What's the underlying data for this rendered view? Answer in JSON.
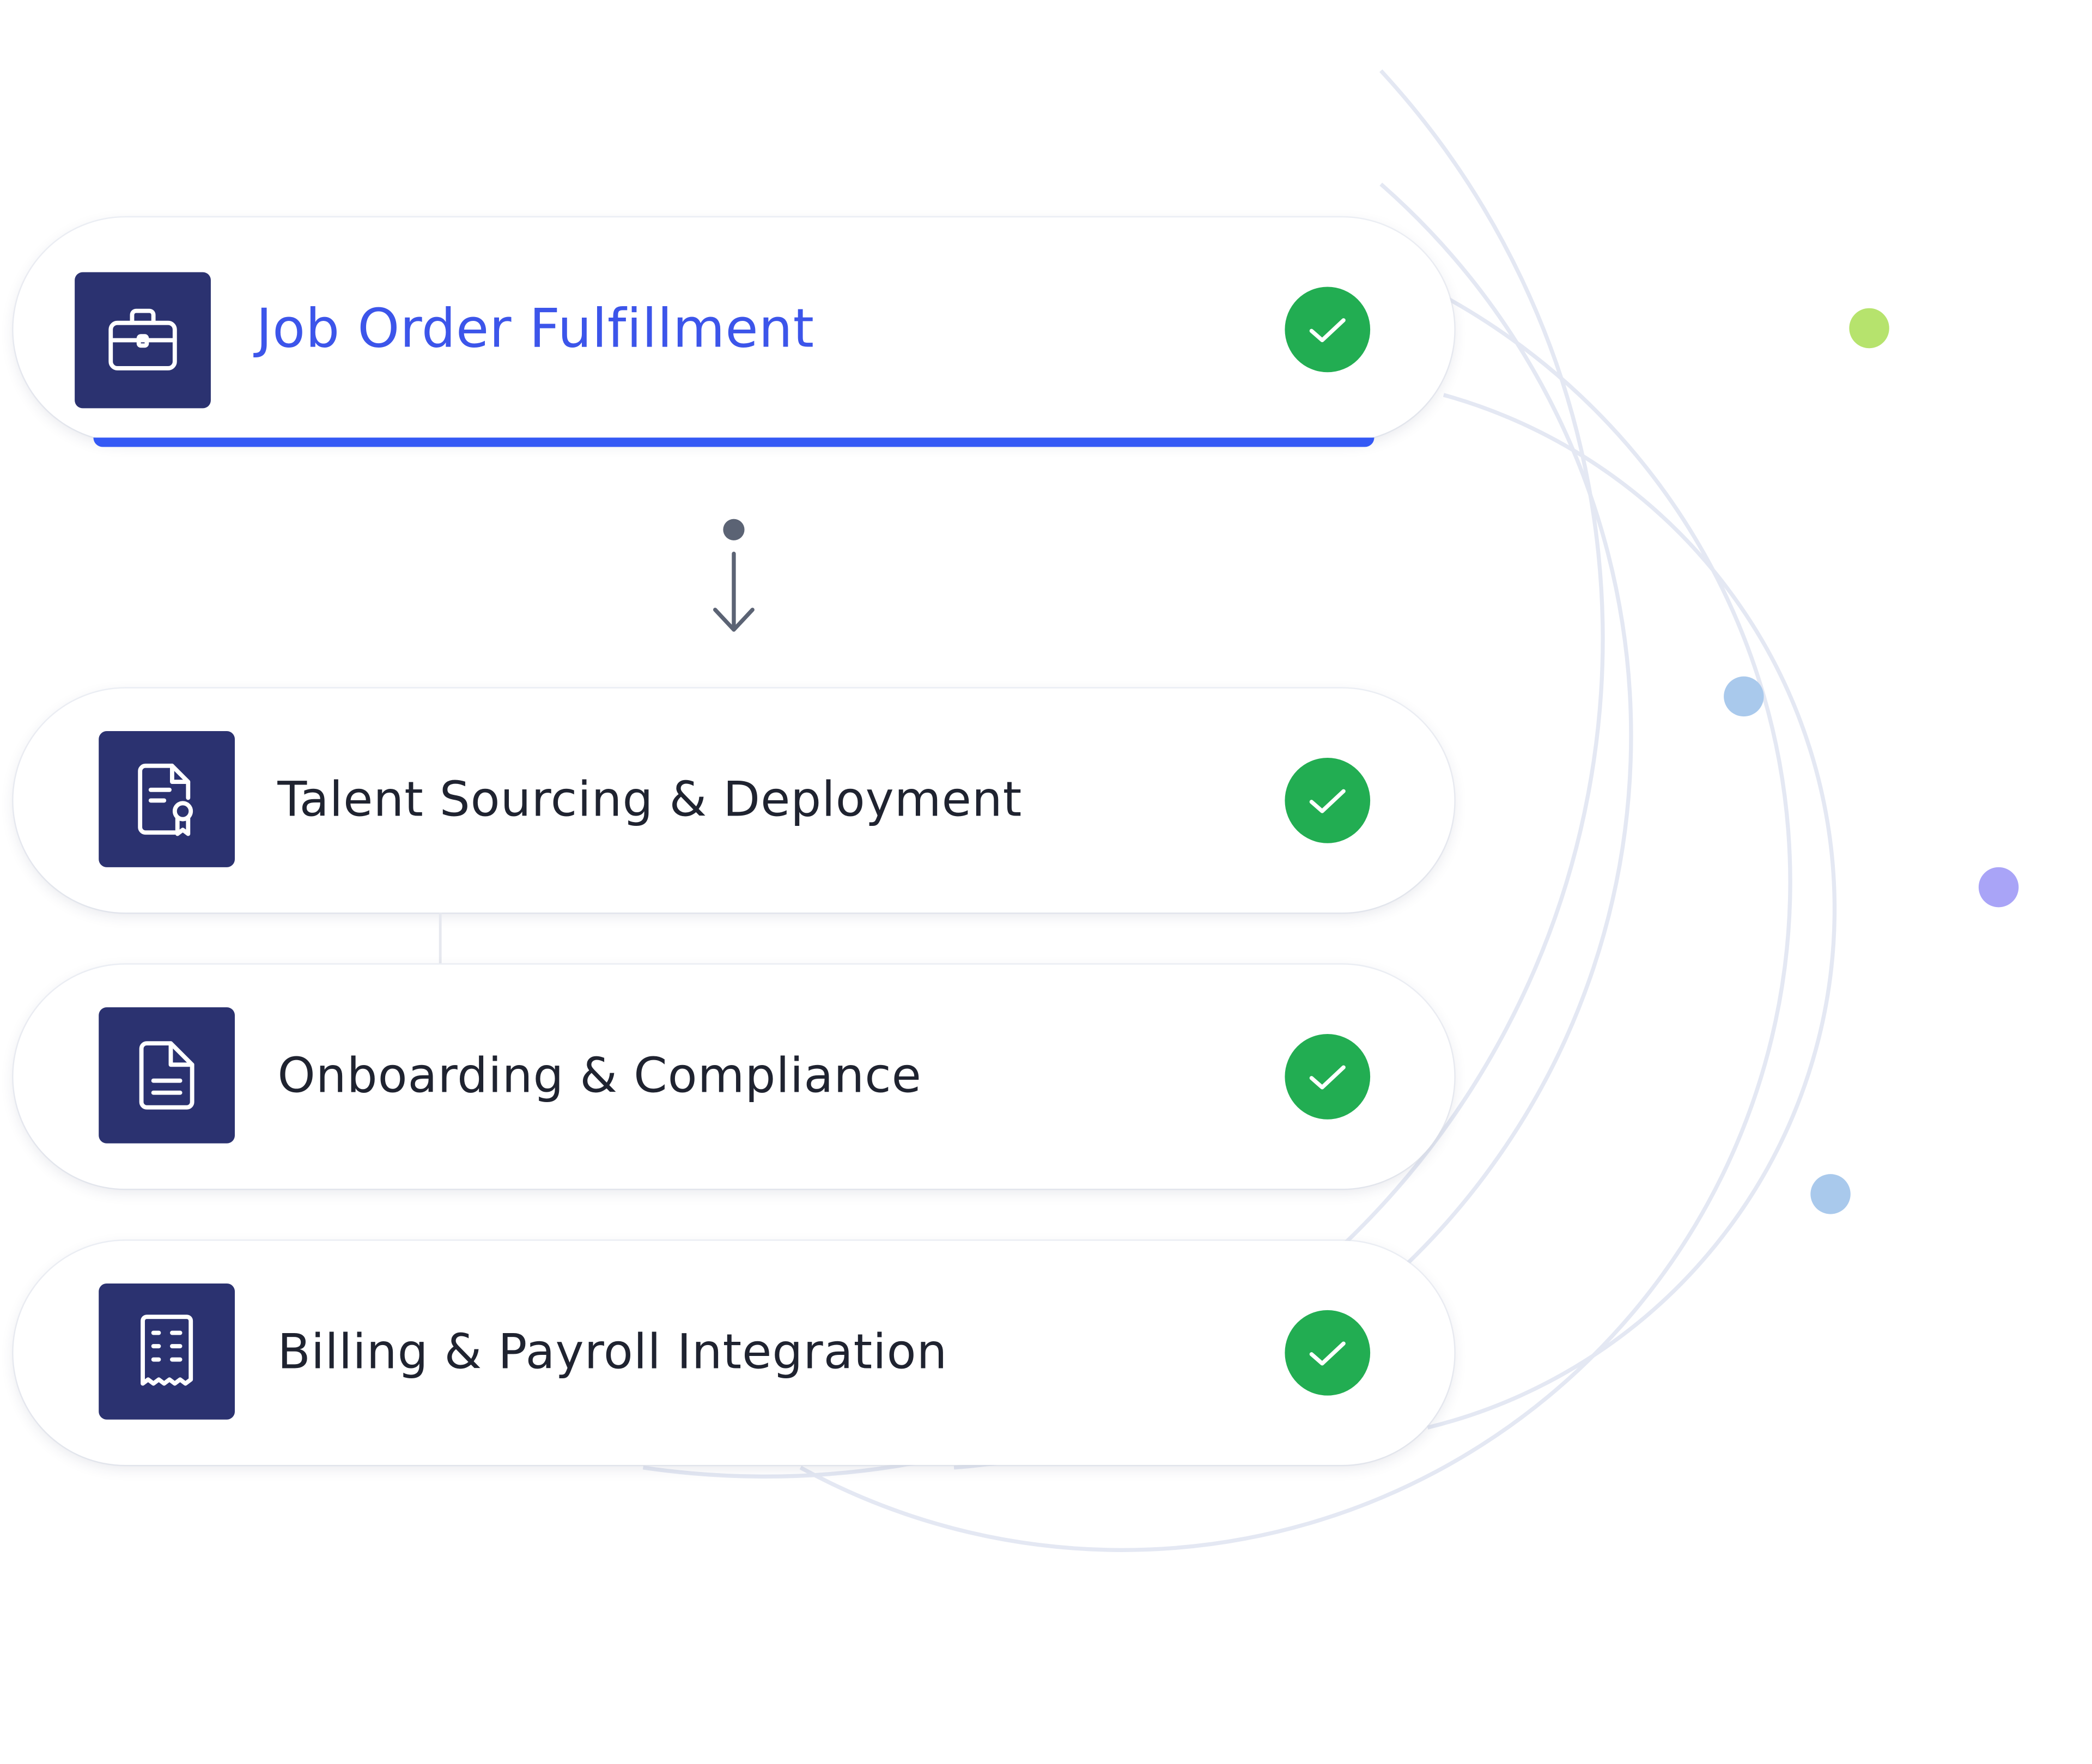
{
  "steps": [
    {
      "label": "Job Order Fulfillment",
      "icon": "briefcase-icon",
      "status": "complete",
      "active": true
    },
    {
      "label": "Talent Sourcing & Deployment",
      "icon": "certificate-document-icon",
      "status": "complete",
      "active": false
    },
    {
      "label": "Onboarding & Compliance",
      "icon": "document-icon",
      "status": "complete",
      "active": false
    },
    {
      "label": "Billing & Payroll Integration",
      "icon": "receipt-icon",
      "status": "complete",
      "active": false
    }
  ],
  "colors": {
    "icon_tile": "#2b3270",
    "active_text": "#3c55ea",
    "active_underline": "#3459f5",
    "check": "#22ad52",
    "arc": "#e4e8f3",
    "dot_green": "#b6e36d",
    "dot_blue": "#a9c9ec",
    "dot_purple": "#a9a4f7"
  }
}
